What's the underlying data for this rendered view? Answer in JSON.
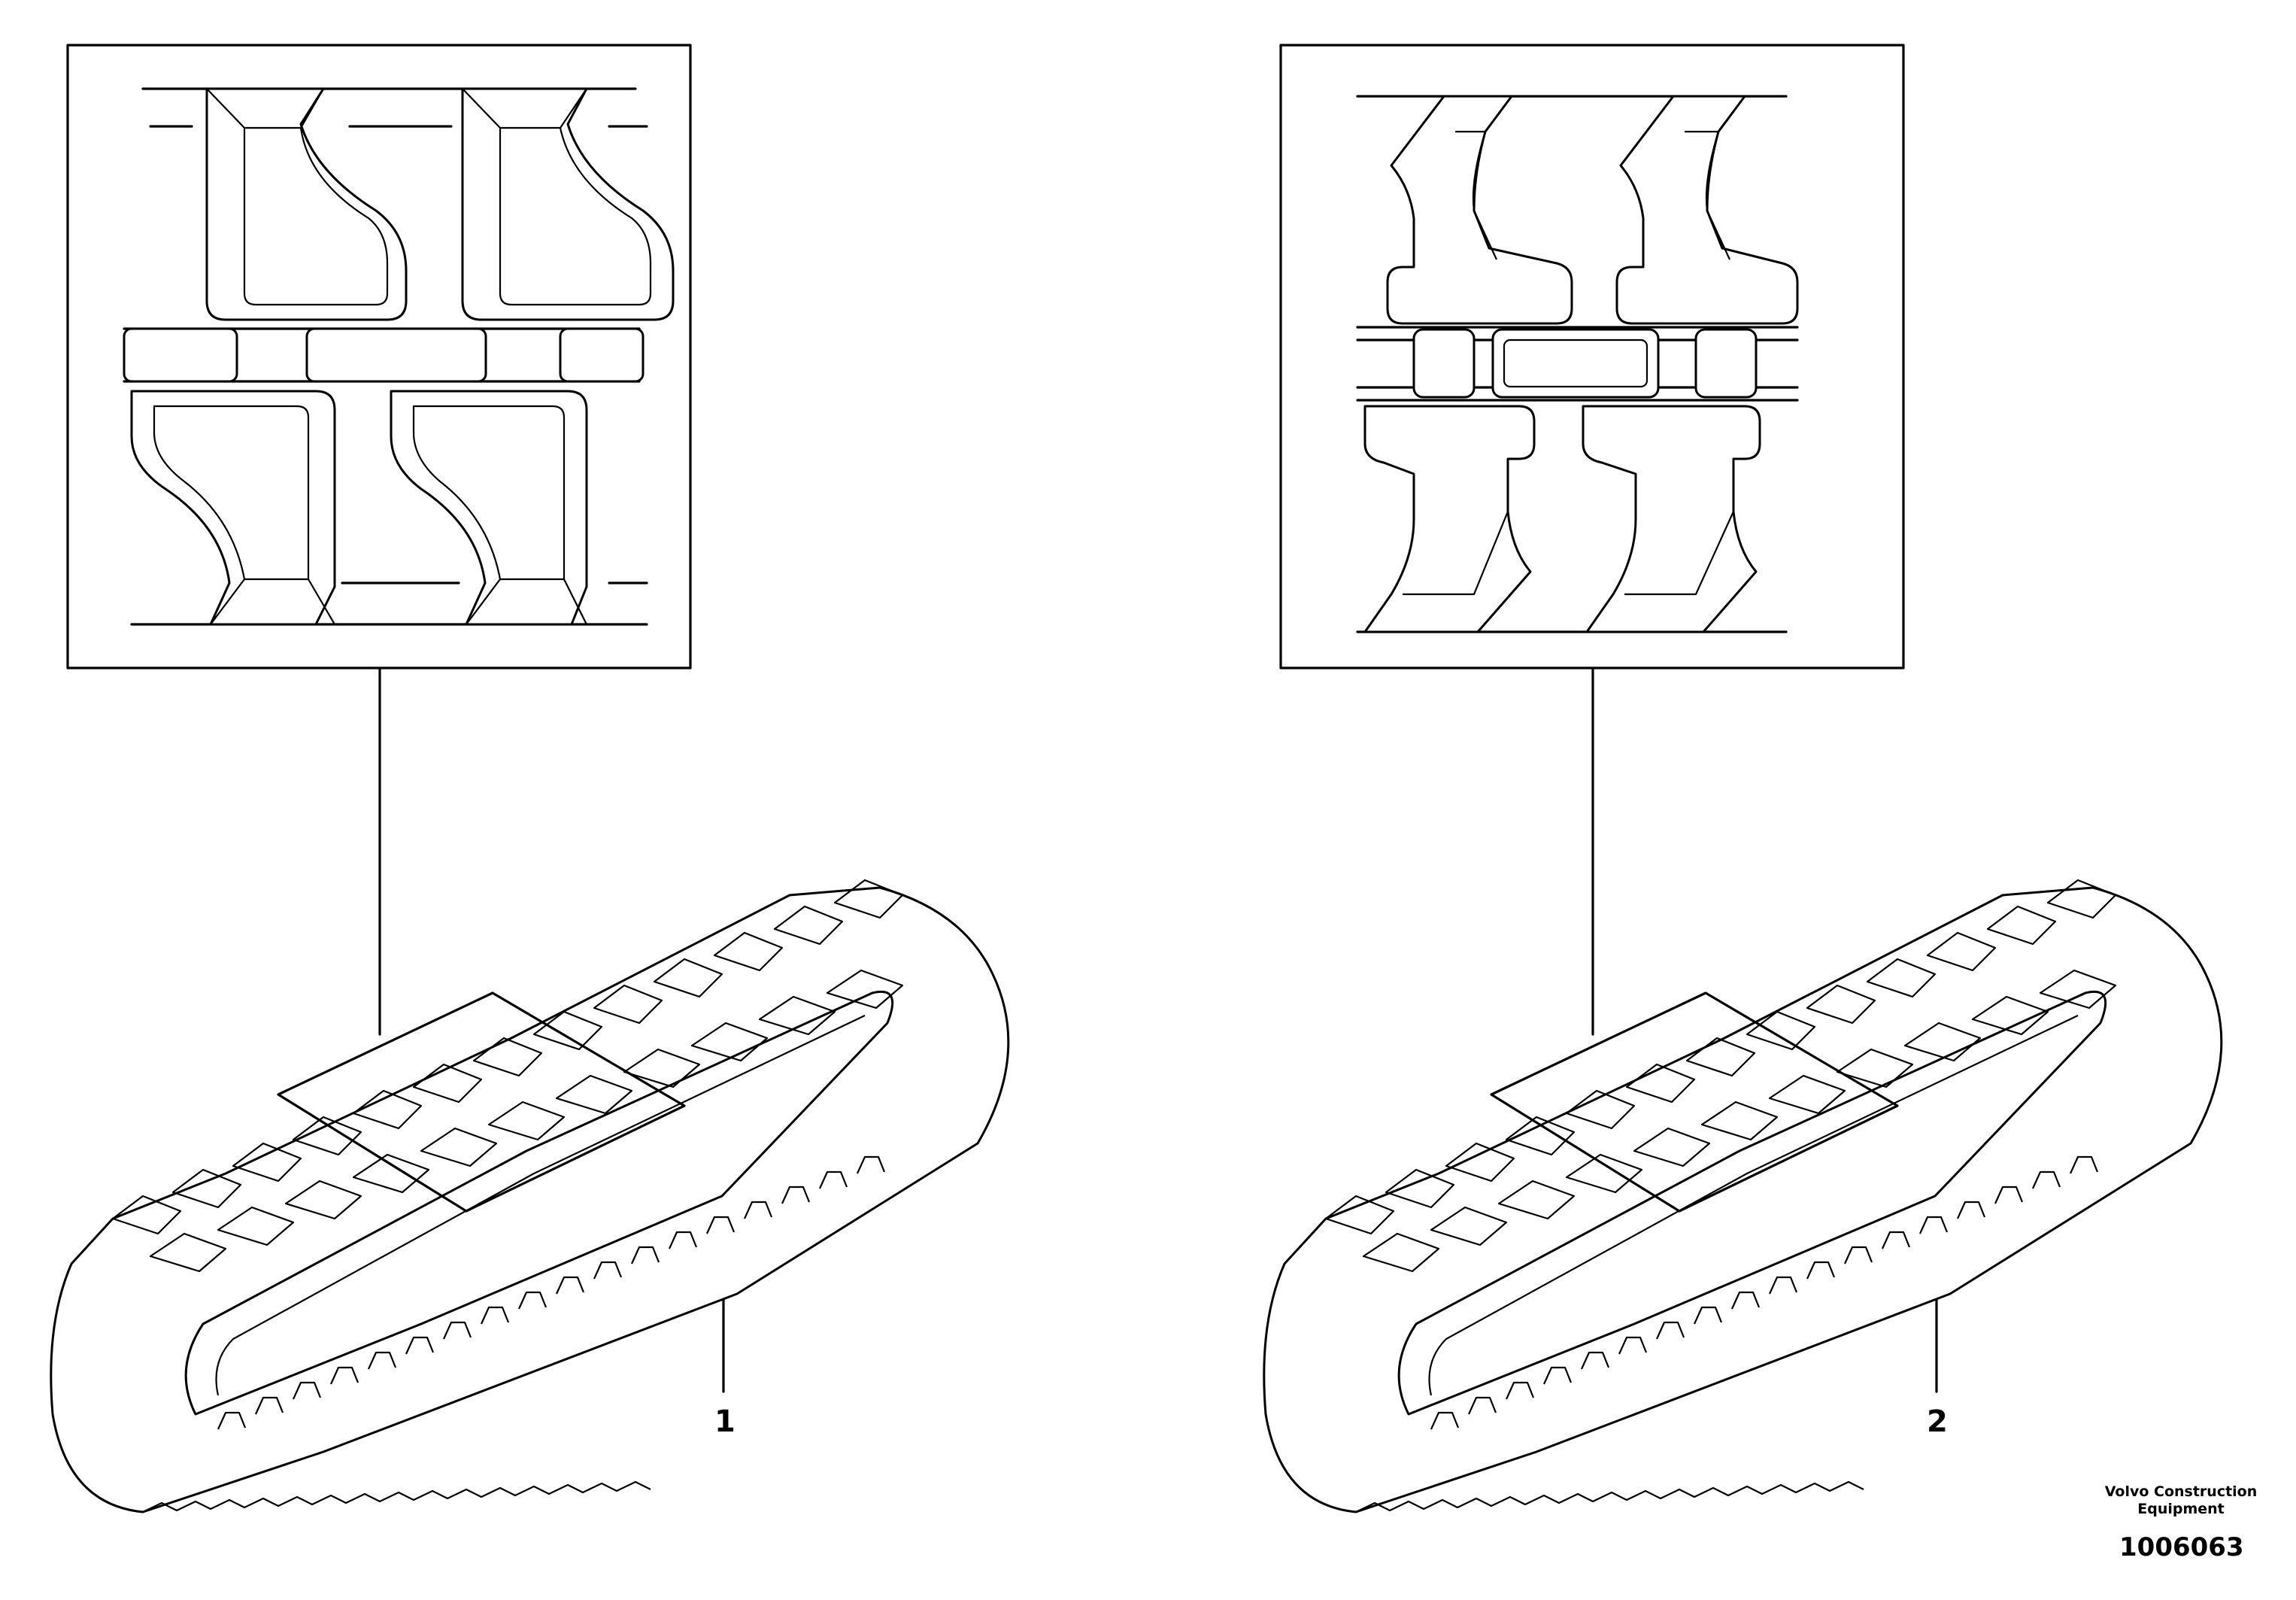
{
  "callouts": {
    "item_1": "1",
    "item_2": "2"
  },
  "footer": {
    "brand_line_1": "Volvo Construction",
    "brand_line_2": "Equipment",
    "document_number": "1006063"
  }
}
